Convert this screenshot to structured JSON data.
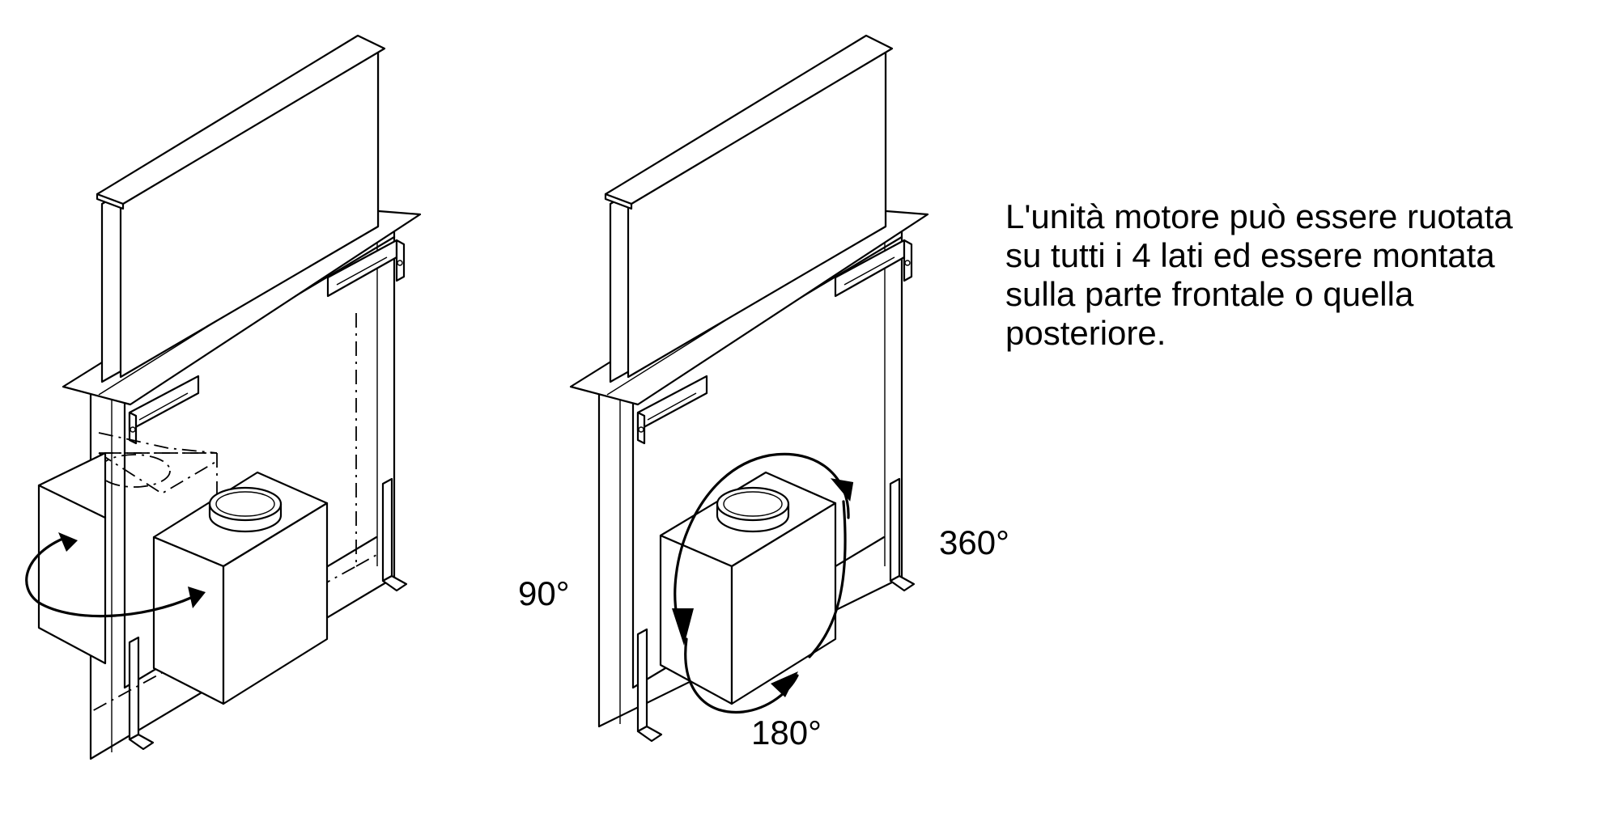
{
  "description": {
    "lines": [
      "L'unità motore può essere ruotata",
      "su tutti i 4 lati ed essere montata",
      "sulla parte frontale o quella",
      "posteriore."
    ]
  },
  "angles": {
    "a90": "90°",
    "a180": "180°",
    "a360": "360°"
  },
  "icons": {
    "rotation_arrow_left": "curved-rotation-arrow",
    "rotation_arrows_right": "circular-rotation-arrows"
  }
}
